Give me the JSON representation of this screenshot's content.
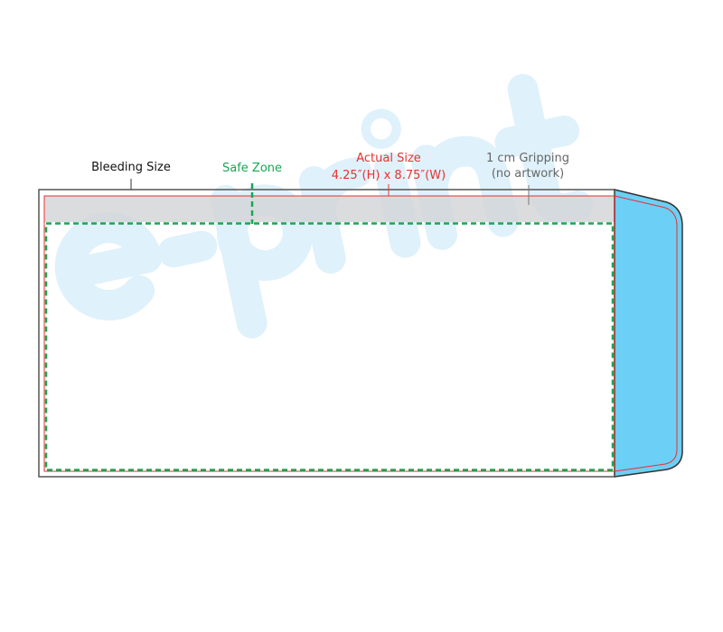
{
  "watermark": "e-print",
  "labels": {
    "bleeding": "Bleeding Size",
    "safe_zone": "Safe Zone",
    "actual_title": "Actual Size",
    "actual_dims": "4.25″(H) x 8.75″(W)",
    "gripping_title": "1 cm Gripping",
    "gripping_note": "(no artwork)"
  },
  "colors": {
    "bleed": "#555555",
    "actual": "#e8322e",
    "safe": "#1aa652",
    "flap": "#6ccff6",
    "gripping_band": "#d9dbdd",
    "watermark": "#e3f3fc"
  }
}
